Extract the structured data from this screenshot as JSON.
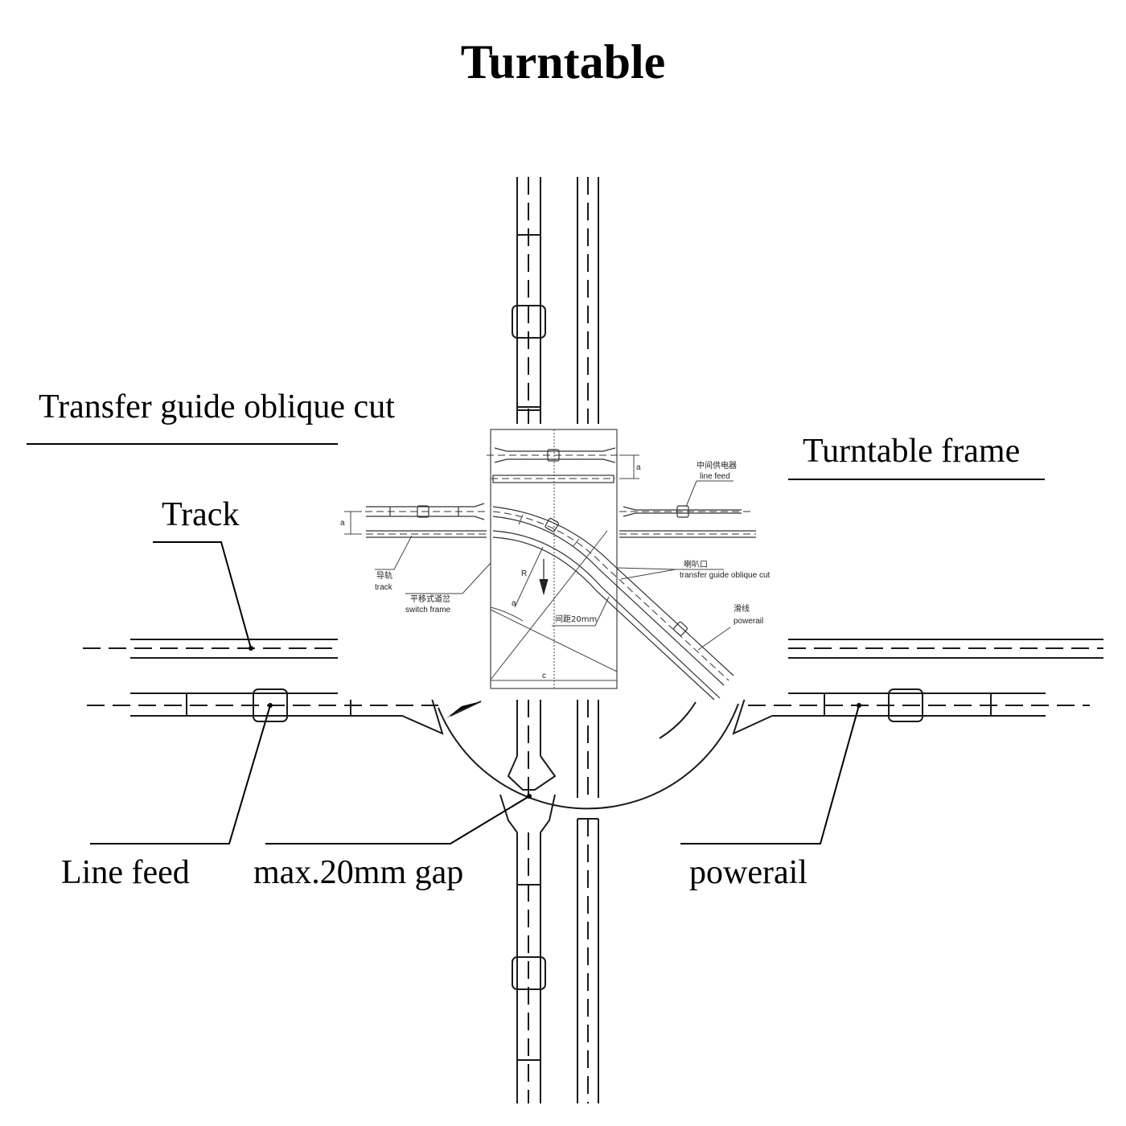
{
  "title": "Turntable",
  "labels": {
    "transfer_guide": "Transfer guide oblique cut",
    "turntable_frame": "Turntable frame",
    "track": "Track",
    "line_feed": "Line feed",
    "gap": "max.20mm gap",
    "powerail": "powerail"
  },
  "inset": {
    "line_feed_cn": "中间供电器",
    "line_feed_en": "line feed",
    "bellmouth_cn": "喇叭口",
    "bellmouth_en": "transfer guide oblique cut",
    "track_cn": "导轨",
    "track_en": "track",
    "switch_cn": "平移式道岔",
    "switch_en": "switch frame",
    "powerail_cn": "滑线",
    "powerail_en": "powerail",
    "gap_label": "间距20mm",
    "dim_a": "a",
    "dim_R": "R",
    "dim_c": "c"
  },
  "colors": {
    "line": "#000000",
    "background": "#ffffff"
  }
}
